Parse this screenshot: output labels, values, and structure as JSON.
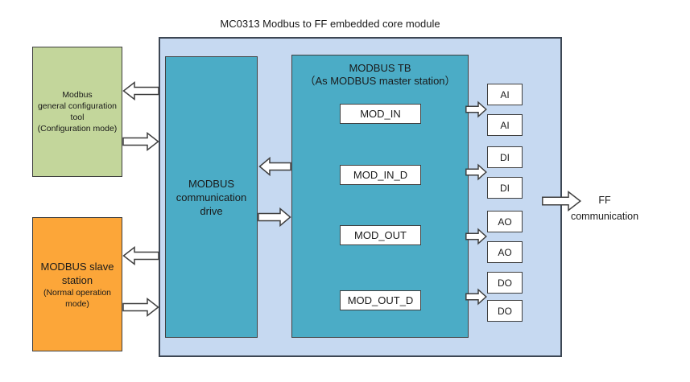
{
  "title": "MC0313 Modbus to FF embedded core module",
  "colors": {
    "page_bg": "#ffffff",
    "container_fill": "#C6D9F1",
    "container_border": "#3D4754",
    "teal_fill": "#4BACC6",
    "green_fill": "#C3D69B",
    "orange_fill": "#FCA639",
    "shape_border": "#3F3F3F",
    "box_fill": "#FFFFFF",
    "text": "#1A1A1A"
  },
  "config_tool": {
    "line1": "Modbus",
    "line2": "general configuration",
    "line3": "tool",
    "line4": "(Configuration mode)"
  },
  "slave_station": {
    "line1": "MODBUS slave",
    "line2": "station",
    "line3": "(Normal operation",
    "line4": "mode)"
  },
  "comm_drive": {
    "line1": "MODBUS",
    "line2": "communication",
    "line3": "drive"
  },
  "modbus_tb": {
    "title": "MODBUS TB",
    "subtitle": "（As MODBUS master station）",
    "blocks": [
      "MOD_IN",
      "MOD_IN_D",
      "MOD_OUT",
      "MOD_OUT_D"
    ]
  },
  "io_blocks": [
    "AI",
    "AI",
    "DI",
    "DI",
    "AO",
    "AO",
    "DO",
    "DO"
  ],
  "ff": {
    "line1": "FF",
    "line2": "communication"
  }
}
